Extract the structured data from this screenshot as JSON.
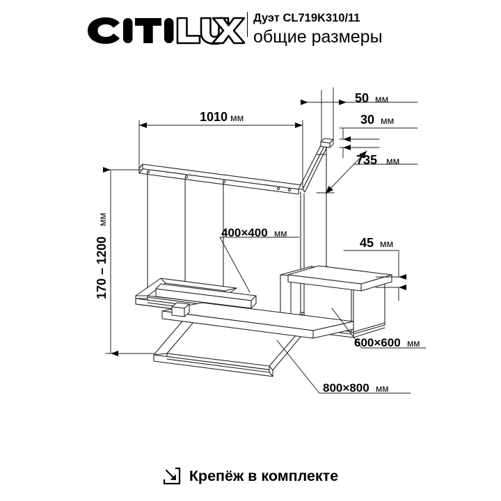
{
  "header": {
    "brand": "CITILUX",
    "product_line": "Дуэт",
    "model": "CL719K310/11",
    "subtitle": "общие размеры"
  },
  "footer": {
    "icon": "arrow-into-box-icon",
    "text": "Крепёж в комплекте"
  },
  "dimensions": {
    "width": {
      "value": "1010",
      "unit": "мм"
    },
    "height_range": {
      "value": "170 – 1200",
      "unit": "мм"
    },
    "mount_width": {
      "value": "50",
      "unit": "мм"
    },
    "mount_offset": {
      "value": "30",
      "unit": "мм"
    },
    "diagonal": {
      "value": "735",
      "unit": "мм"
    },
    "profile_height": {
      "value": "45",
      "unit": "мм"
    },
    "frame_small": {
      "value": "400×400",
      "unit": "мм"
    },
    "frame_medium": {
      "value": "600×600",
      "unit": "мм"
    },
    "frame_large": {
      "value": "800×800",
      "unit": "мм"
    }
  },
  "colors": {
    "line": "#1a1a1a",
    "background": "#ffffff"
  }
}
